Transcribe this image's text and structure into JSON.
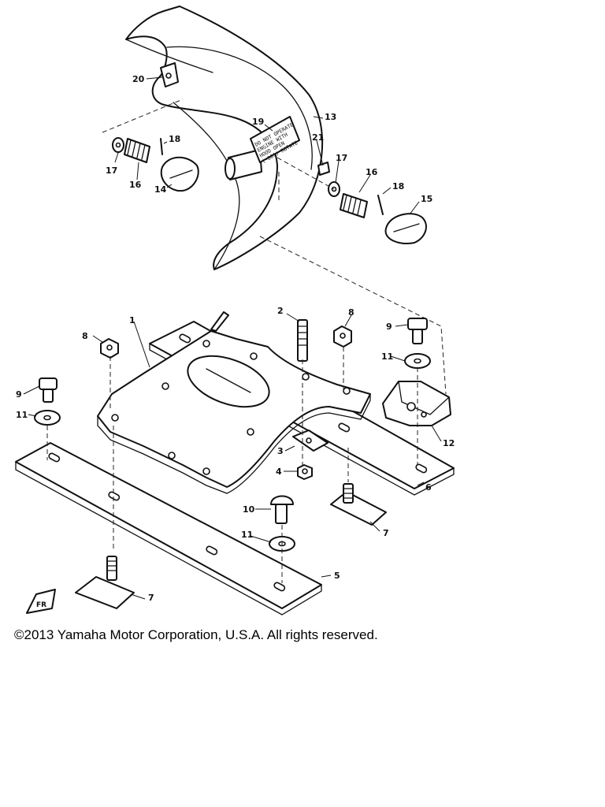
{
  "diagram": {
    "callouts": [
      "1",
      "2",
      "3",
      "4",
      "5",
      "6",
      "7",
      "7",
      "8",
      "8",
      "9",
      "9",
      "10",
      "11",
      "11",
      "11",
      "12",
      "13",
      "14",
      "15",
      "16",
      "16",
      "17",
      "17",
      "18",
      "18",
      "19",
      "20",
      "21"
    ],
    "decal_lines": [
      "DO NOT OPERATE",
      "ENGINE WITH",
      "HOOD OPEN",
      "(-801) ROTATE"
    ],
    "front_marker": "FR"
  },
  "footer": {
    "copyright": "©2013 Yamaha Motor Corporation, U.S.A. All rights reserved."
  }
}
